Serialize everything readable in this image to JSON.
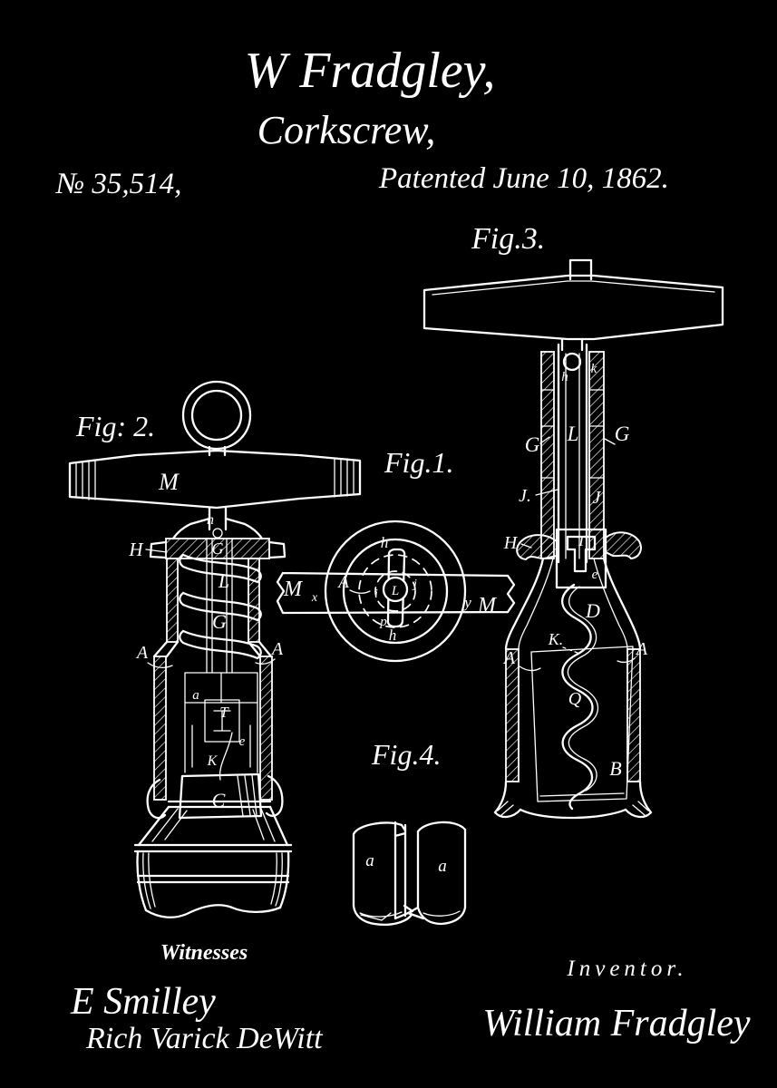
{
  "artwork": {
    "background_color": "#000000",
    "ink_color": "#ffffff"
  },
  "header": {
    "inventor_name": "W Fradgley,",
    "invention_title": "Corkscrew,",
    "patent_number": "№ 35,514,",
    "patent_date": "Patented June 10, 1862."
  },
  "figures": {
    "fig1": {
      "caption": "Fig.1.",
      "parts": [
        "h",
        "M",
        "x",
        "A",
        "i",
        "L",
        "j",
        "y",
        "M",
        "p",
        "h"
      ]
    },
    "fig2": {
      "caption": "Fig: 2.",
      "parts": [
        "M",
        "h",
        "H",
        "G",
        "L",
        "G",
        "A",
        "A",
        "a",
        "T",
        "e",
        "K",
        "C"
      ]
    },
    "fig3": {
      "caption": "Fig.3.",
      "parts": [
        "h",
        "k",
        "G",
        "L",
        "G",
        "J.",
        "J",
        "H",
        "T",
        "e",
        "D",
        "K.",
        "A",
        "A",
        "Q",
        "B"
      ]
    },
    "fig4": {
      "caption": "Fig.4.",
      "parts": [
        "a",
        "a"
      ]
    }
  },
  "footer": {
    "witnesses_label": "Witnesses",
    "witness_signatures": [
      "E Smilley",
      "Rich Varick DeWitt"
    ],
    "inventor_label": "Inventor.",
    "inventor_signature": "William Fradgley"
  }
}
